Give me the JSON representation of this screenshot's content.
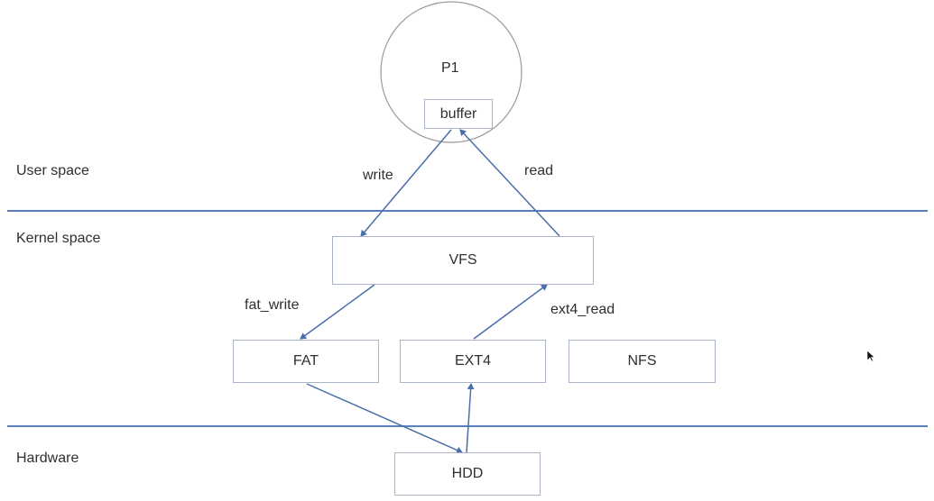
{
  "regions": {
    "user": "User space",
    "kernel": "Kernel space",
    "hardware": "Hardware"
  },
  "process": {
    "name": "P1",
    "buffer": "buffer"
  },
  "boxes": {
    "vfs": "VFS",
    "fat": "FAT",
    "ext4": "EXT4",
    "nfs": "NFS",
    "hdd": "HDD"
  },
  "arrows": {
    "write": "write",
    "read": "read",
    "fat_write": "fat_write",
    "ext4_read": "ext4_read"
  },
  "colors": {
    "divider": "#5a7fbf",
    "arrow": "#4a6ea9",
    "box_border": "#a9b4c6",
    "circle": "#9a9a9a"
  }
}
